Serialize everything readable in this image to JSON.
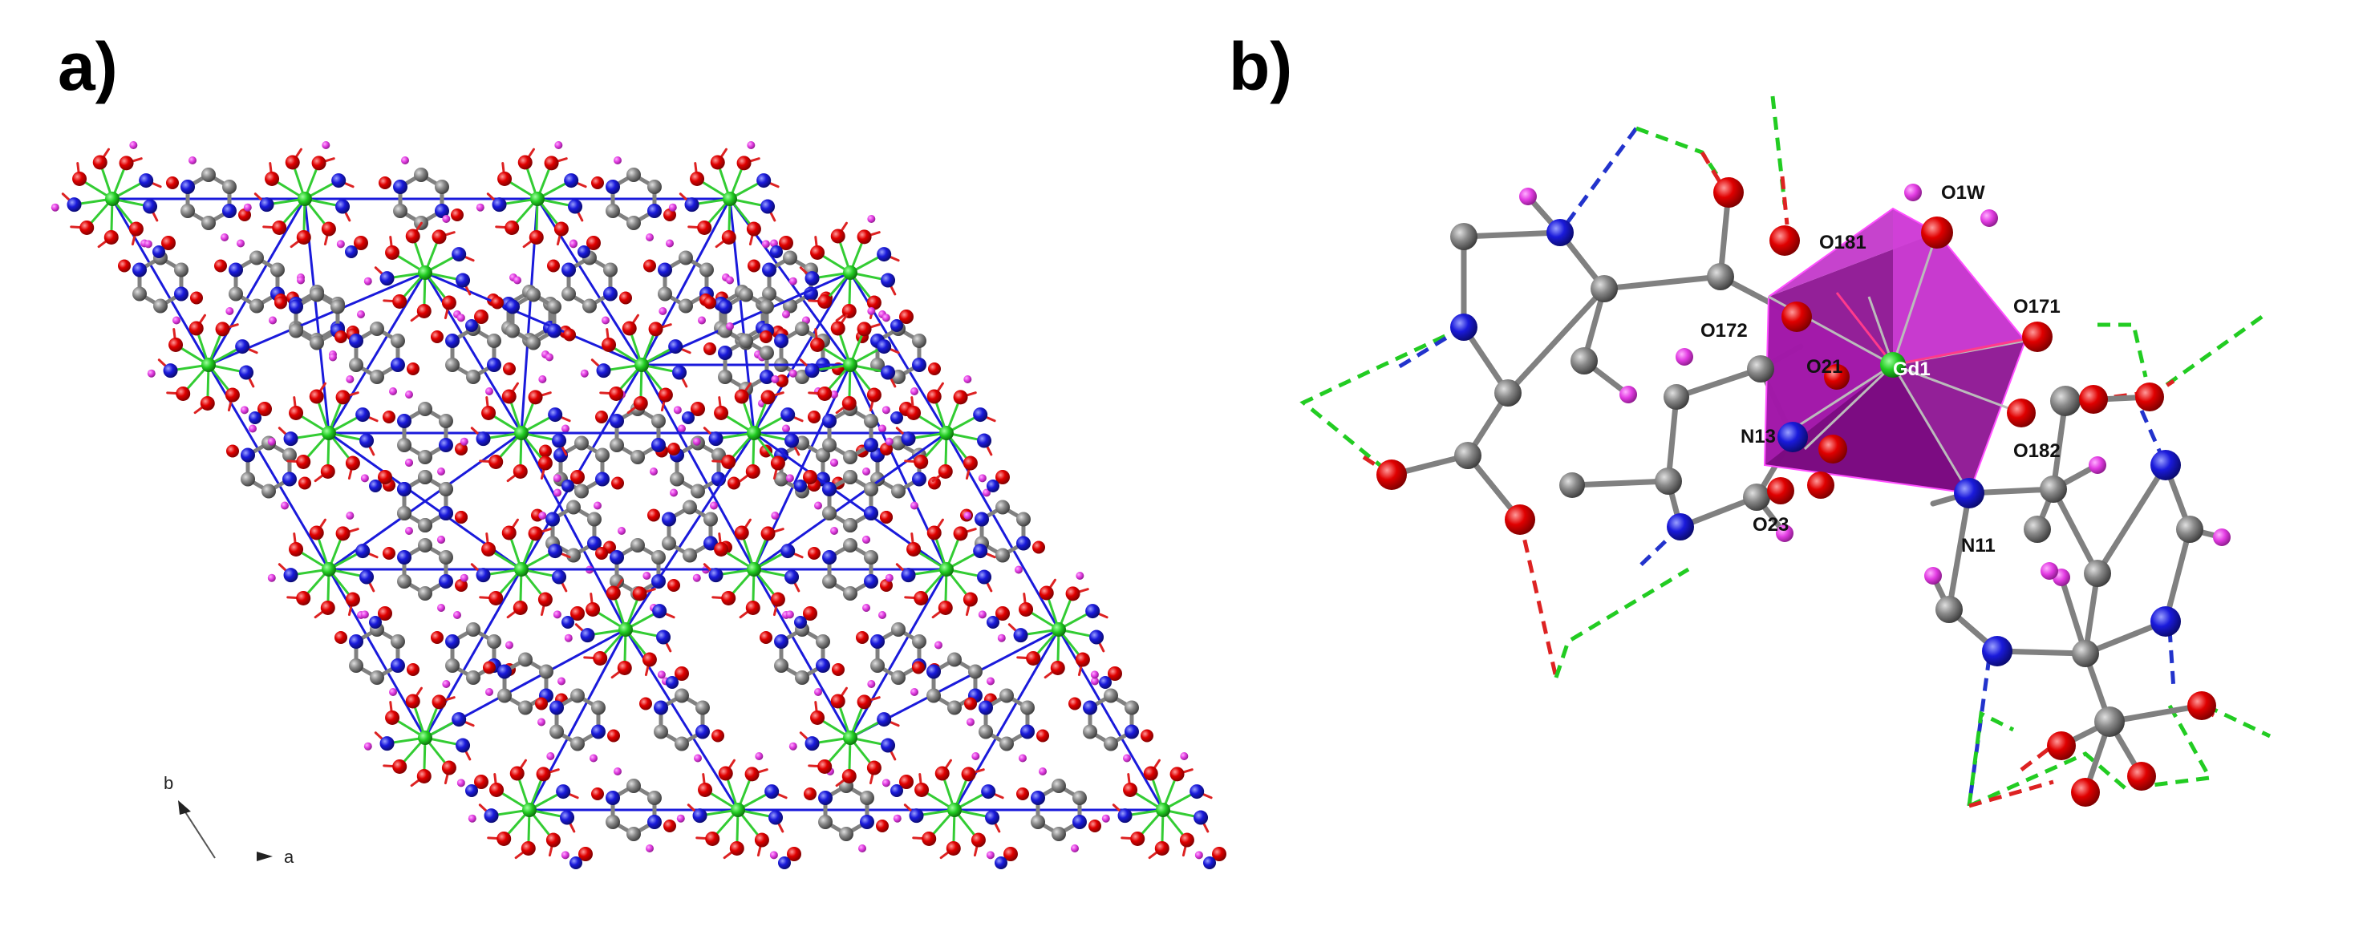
{
  "panels": [
    {
      "label": "a)"
    },
    {
      "label": "b)"
    }
  ],
  "axes": {
    "a": "a",
    "b": "b"
  },
  "atom_labels": {
    "gd": "Gd1",
    "o1w": "O1W",
    "o181": "O181",
    "o171": "O171",
    "o172": "O172",
    "o21": "O21",
    "o182": "O182",
    "o23": "O23",
    "n13": "N13",
    "n11": "N11"
  },
  "colors": {
    "oxygen": "#e00000",
    "nitrogen": "#1a1adb",
    "carbon": "#808080",
    "hydrogen": "#e23be2",
    "gadolinium_bond": "#33cc33",
    "polyhedron": "#b01cb8",
    "hbond_green": "#22cc22",
    "hbond_red": "#dd2222",
    "hbond_blue": "#2233cc"
  }
}
